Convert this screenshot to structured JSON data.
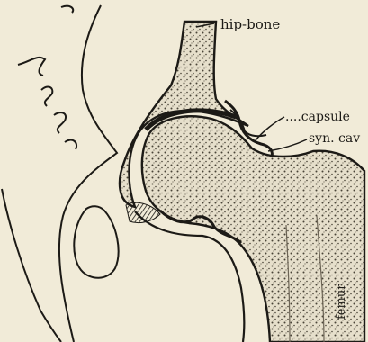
{
  "figure": {
    "labels": {
      "hip_bone": "hip-bone",
      "capsule": "....capsule",
      "synovial_cavity": "syn. cav",
      "femur": "femur"
    },
    "colors": {
      "paper": "#f1ebd8",
      "ink": "#1c1a16",
      "bone_fill": "#d8d0bc"
    }
  }
}
